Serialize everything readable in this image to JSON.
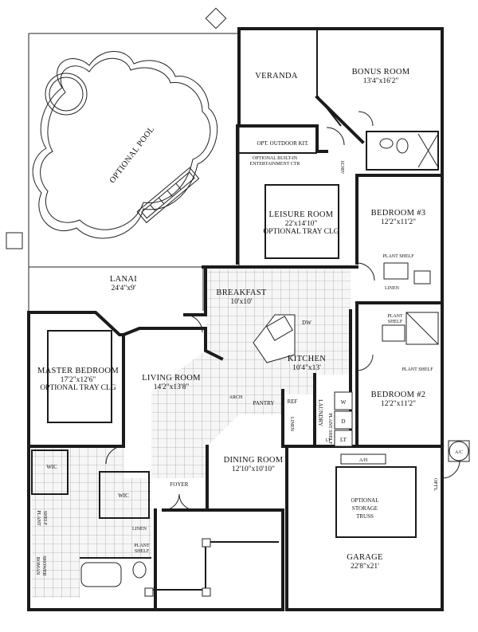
{
  "rooms": {
    "veranda": "VERANDA",
    "bonus": {
      "name": "BONUS ROOM",
      "size": "13'4\"x16'2\""
    },
    "pool": "OPTIONAL POOL",
    "outdoor_kit": "OPT. OUTDOOR KIT.",
    "entertainment": [
      "OPTIONAL BUILT-IN",
      "ENTERTAINMENT CTR"
    ],
    "leisure": {
      "name": "LEISURE ROOM",
      "size": "22'x14'10\"",
      "note": "OPTIONAL TRAY CLG"
    },
    "bedroom3": {
      "name": "BEDROOM #3",
      "size": "12'2\"x11'2\""
    },
    "lanai": {
      "name": "LANAI",
      "size": "24'4\"x9'"
    },
    "breakfast": {
      "name": "BREAKFAST",
      "size": "10'x10'"
    },
    "master": {
      "name": "MASTER BEDROOM",
      "size": "17'2\"x12'6\"",
      "note": "OPTIONAL TRAY CLG"
    },
    "living": {
      "name": "LIVING ROOM",
      "size": "14'2\"x13'8\""
    },
    "kitchen": {
      "name": "KITCHEN",
      "size": "10'4\"x13'"
    },
    "bedroom2": {
      "name": "BEDROOM #2",
      "size": "12'2\"x11'2\""
    },
    "dining": {
      "name": "DINING ROOM",
      "size": "12'10\"x10'10\""
    },
    "garage": {
      "name": "GARAGE",
      "size": "22'8\"x21'"
    },
    "storage": [
      "OPTIONAL",
      "STORAGE",
      "TRUSS"
    ]
  },
  "labels": {
    "arch": "ARCH",
    "arch2": "ARCH",
    "plant_shelf": [
      "PLANT SHELF",
      "PLANT",
      "SHELF",
      "PLANT SHELF",
      "PLANT",
      "SHELF",
      "PLANT",
      "SHELF"
    ],
    "linen": "LINEN",
    "linen2": "LINEN",
    "dw": "DW",
    "pantry": "PANTRY",
    "ref": "REF",
    "laundry": "LAUNDRY",
    "w": "W",
    "d": "D",
    "lt": "LT",
    "lt2": "LT",
    "wic1": "WIC",
    "wic2": "WIC",
    "foyer": "FOYER",
    "ah": "A/H",
    "ac": "A/C",
    "optl": "OPT'L",
    "roman": [
      "ROMAN",
      "SHOWER"
    ],
    "plant_top": "PLANT SHELF"
  }
}
